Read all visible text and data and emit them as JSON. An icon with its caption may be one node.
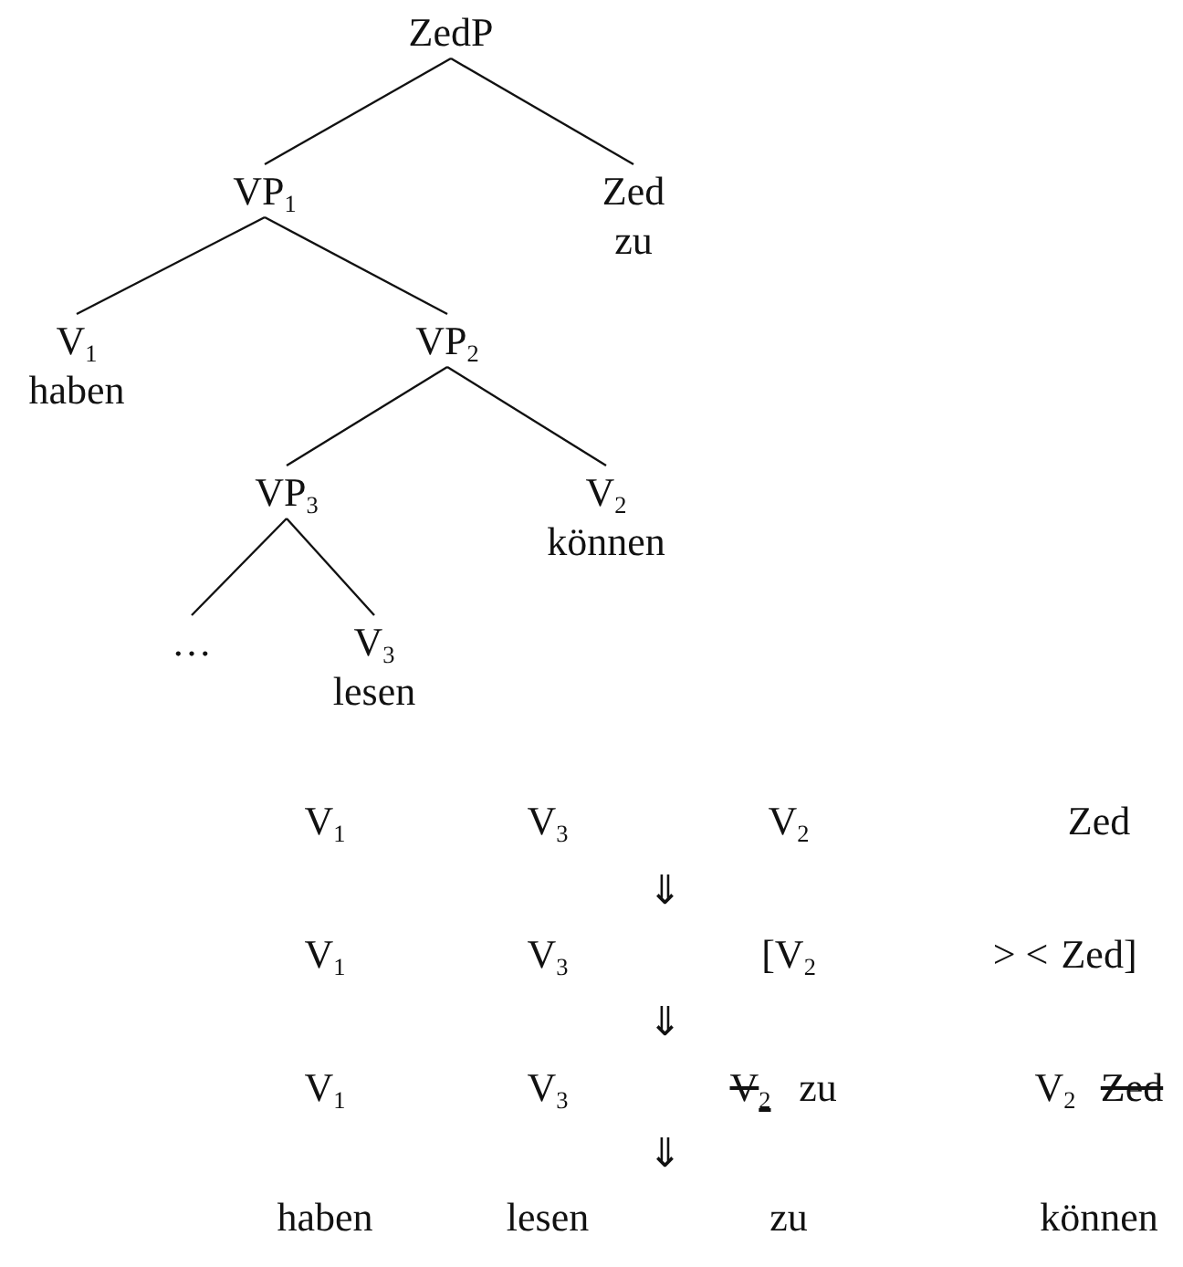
{
  "diagram": {
    "nodes": [
      {
        "text": [
          "ZedP"
        ]
      },
      {
        "text": [
          "VP$_{1}$"
        ]
      },
      {
        "text": [
          "Zed",
          "zu"
        ]
      },
      {
        "text": [
          "V$_{1}$",
          "haben"
        ]
      },
      {
        "text": [
          "VP$_{2}$"
        ]
      },
      {
        "text": [
          "VP$_{3}$"
        ]
      },
      {
        "text": [
          "V$_{2}$",
          "können"
        ]
      },
      {
        "text": [
          "…"
        ]
      },
      {
        "text": [
          "V$_{3}$",
          "lesen"
        ]
      }
    ],
    "edges": [
      {
        "from": 0,
        "to": 1,
        "arrow": "none"
      },
      {
        "from": 0,
        "to": 2,
        "arrow": "none"
      },
      {
        "from": 1,
        "to": 3,
        "arrow": "none"
      },
      {
        "from": 1,
        "to": 4,
        "arrow": "none"
      },
      {
        "from": 4,
        "to": 5,
        "arrow": "none"
      },
      {
        "from": 4,
        "to": 6,
        "arrow": "none"
      },
      {
        "from": 5,
        "to": 7,
        "arrow": "none"
      },
      {
        "from": 5,
        "to": 8,
        "arrow": "none"
      }
    ],
    "labels": [
      "V$_{1}$",
      "V$_{3}$",
      "V$_{2}$",
      "Zed",
      "⇓",
      "V$_{1}$",
      "V$_{3}$",
      "[V$_{2}$",
      "> <",
      "Zed]",
      "⇓",
      "V$_{1}$",
      "V$_{3}$",
      "V$_{2}$",
      "zu",
      "V$_{2}$",
      "Zed",
      "⇓",
      "haben",
      "lesen",
      "zu",
      "können"
    ]
  }
}
